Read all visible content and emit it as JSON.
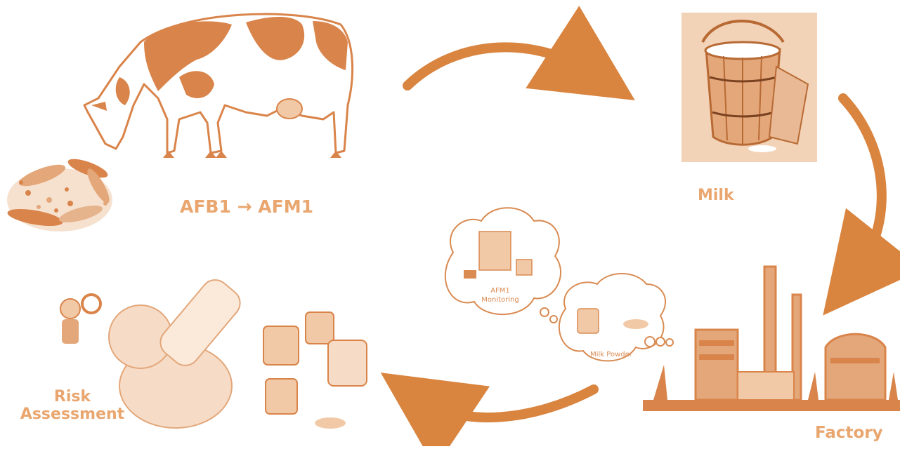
{
  "labels": {
    "afb_left": "AFB1",
    "afb_arrow": "→",
    "afb_right": "AFM1",
    "milk": "Milk",
    "risk_line1": "Risk",
    "risk_line2": "Assessment",
    "factory": "Factory"
  },
  "clouds": {
    "monitoring_line1": "AFM1",
    "monitoring_line2": "Monitoring",
    "powder": "Milk Powder"
  },
  "colors": {
    "primary": "#d9844a",
    "light": "#f2c9a6",
    "label": "#e9a66f",
    "arrow": "#d9843f",
    "tile": "#f3d3b8"
  }
}
